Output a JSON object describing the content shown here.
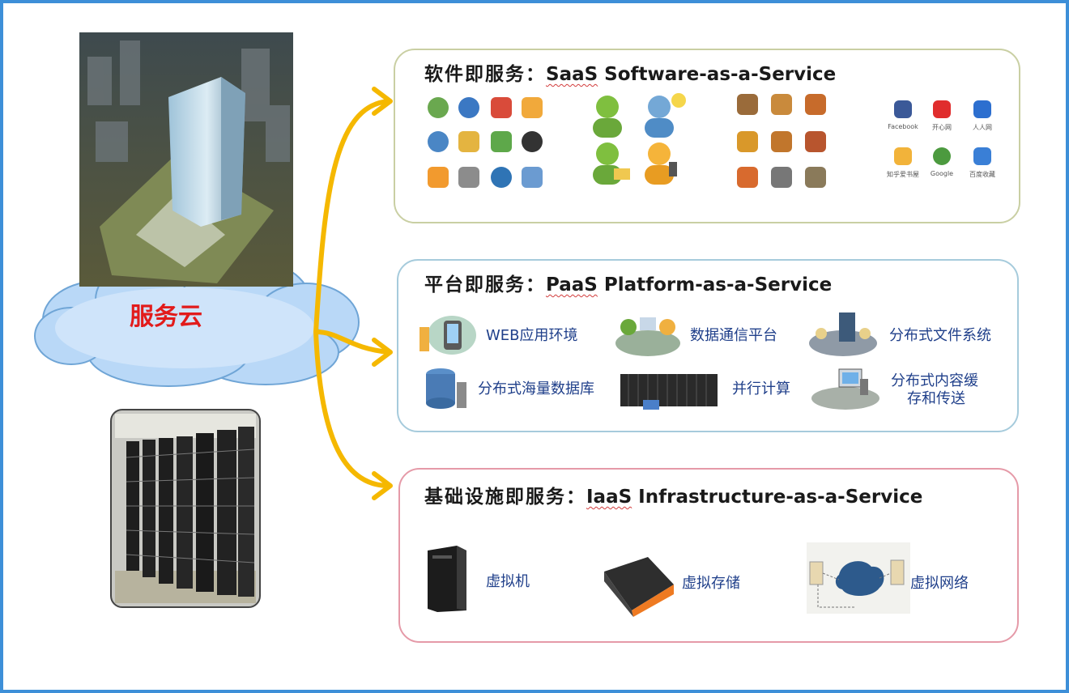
{
  "cloud": {
    "label": "服务云",
    "label_color": "#e21b1b"
  },
  "saas": {
    "title_cn": "软件即服务：",
    "title_abbr": "SaaS",
    "title_en": " Software-as-a-Service",
    "logos": [
      "Facebook",
      "开心网",
      "人人网",
      "知乎爱书屋",
      "Google",
      "百度收藏"
    ]
  },
  "paas": {
    "title_cn": "平台即服务：",
    "title_abbr": "PaaS",
    "title_en": " Platform-as-a-Service",
    "items": [
      "WEB应用环境",
      "数据通信平台",
      "分布式文件系统",
      "分布式海量数据库",
      "并行计算",
      "分布式内容缓",
      "存和传送"
    ]
  },
  "iaas": {
    "title_cn": "基础设施即服务：",
    "title_abbr": "IaaS",
    "title_en": " Infrastructure-as-a-Service",
    "items": [
      "虚拟机",
      "虚拟存储",
      "虚拟网络"
    ]
  },
  "colors": {
    "frame": "#3d8fd8",
    "arrow": "#f5b800",
    "saas_border": "#c9cfa3",
    "paas_border": "#a6cbdc",
    "iaas_border": "#e59aa8",
    "label_blue": "#1f3f8a"
  }
}
